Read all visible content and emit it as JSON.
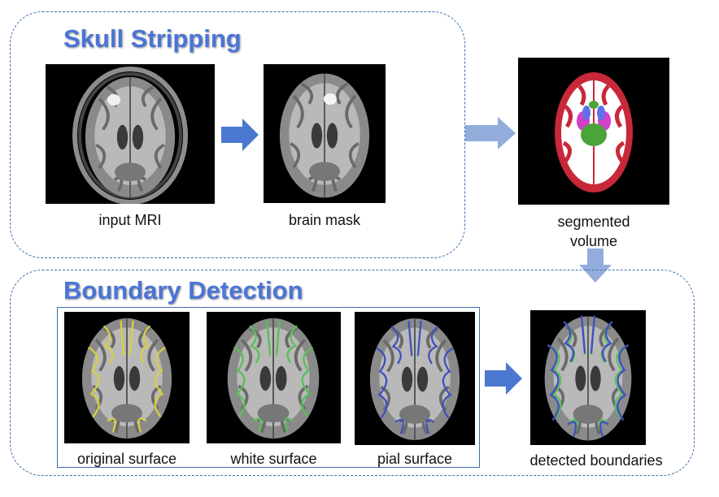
{
  "sections": {
    "skull_stripping": {
      "title": "Skull Stripping"
    },
    "boundary_detection": {
      "title": "Boundary Detection"
    }
  },
  "captions": {
    "input_mri": "input MRI",
    "brain_mask": "brain mask",
    "segmented_line1": "segmented",
    "segmented_line2": "volume",
    "original_surface": "original surface",
    "white_surface": "white surface",
    "pial_surface": "pial surface",
    "detected_boundaries": "detected boundaries"
  },
  "colors": {
    "title": "#4a74d6",
    "box_border": "#3a6fb0",
    "arrow_solid": "#4b78d0",
    "arrow_light": "#93acdc",
    "seg_cortex": "#c8283a",
    "seg_wm": "#ffffff",
    "seg_green": "#4aa43a",
    "seg_magenta": "#d040c8",
    "seg_blue": "#6070e8",
    "outline_yellow": "#d8d040",
    "outline_green": "#58c058",
    "outline_blue": "#4050c0"
  }
}
